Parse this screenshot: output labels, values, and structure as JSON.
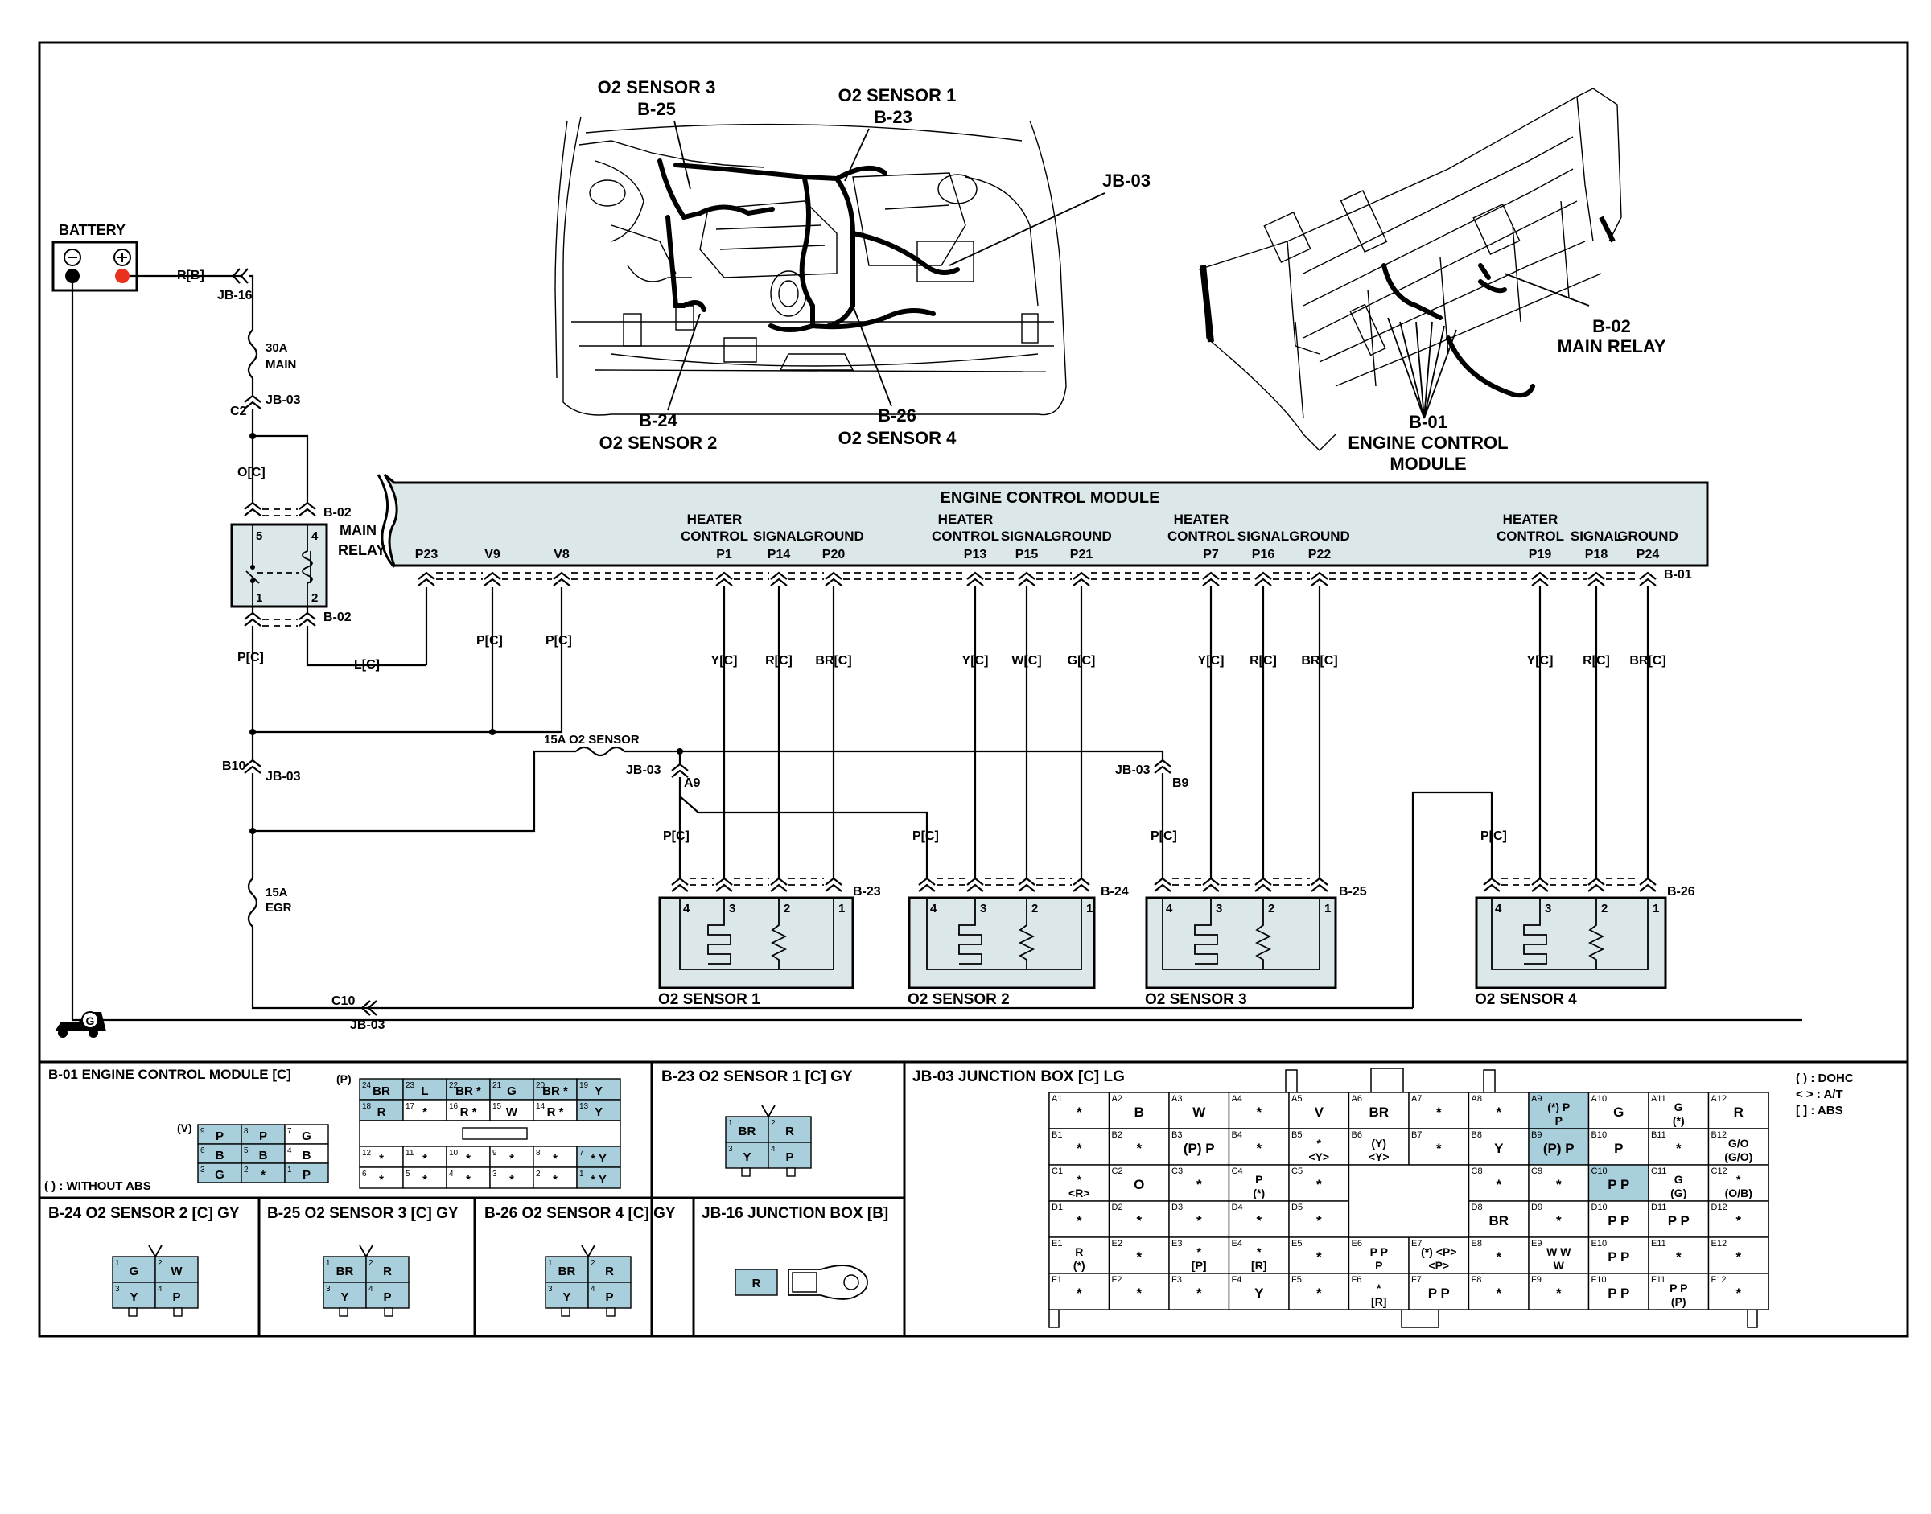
{
  "battery": {
    "label": "BATTERY",
    "wire": "R[B]",
    "conn": "JB-16"
  },
  "fuses": {
    "main": [
      "30A",
      "MAIN"
    ],
    "egr": [
      "15A",
      "EGR"
    ],
    "o2": "15A O2 SENSOR"
  },
  "conns": {
    "c2": "C2",
    "jb03": "JB-03",
    "b10": "B10",
    "c10": "C10",
    "a9": "A9",
    "b9": "B9",
    "b02": "B-02",
    "b01": "B-01",
    "b23": "B-23",
    "b24": "B-24",
    "b25": "B-25",
    "b26": "B-26"
  },
  "relay": {
    "name": [
      "MAIN",
      "RELAY"
    ],
    "pins": [
      "5",
      "4",
      "1",
      "2"
    ]
  },
  "wires": {
    "oc": "O[C]",
    "pc": "P[C]",
    "lc": "L[C]",
    "yc": "Y[C]",
    "rc": "R[C]",
    "brc": "BR[C]",
    "wc": "W[C]",
    "gc": "G[C]"
  },
  "ecm": {
    "title": "ENGINE CONTROL MODULE",
    "pins": [
      {
        "l1": "",
        "l2": "",
        "pin": "P23"
      },
      {
        "l1": "",
        "l2": "",
        "pin": "V9"
      },
      {
        "l1": "",
        "l2": "",
        "pin": "V8"
      },
      {
        "l1": "HEATER",
        "l2": "CONTROL",
        "pin": "P1"
      },
      {
        "l1": "",
        "l2": "SIGNAL",
        "pin": "P14"
      },
      {
        "l1": "",
        "l2": "GROUND",
        "pin": "P20"
      },
      {
        "l1": "HEATER",
        "l2": "CONTROL",
        "pin": "P13"
      },
      {
        "l1": "",
        "l2": "SIGNAL",
        "pin": "P15"
      },
      {
        "l1": "",
        "l2": "GROUND",
        "pin": "P21"
      },
      {
        "l1": "HEATER",
        "l2": "CONTROL",
        "pin": "P7"
      },
      {
        "l1": "",
        "l2": "SIGNAL",
        "pin": "P16"
      },
      {
        "l1": "",
        "l2": "GROUND",
        "pin": "P22"
      },
      {
        "l1": "HEATER",
        "l2": "CONTROL",
        "pin": "P19"
      },
      {
        "l1": "",
        "l2": "SIGNAL",
        "pin": "P18"
      },
      {
        "l1": "",
        "l2": "GROUND",
        "pin": "P24"
      }
    ]
  },
  "sensors": [
    {
      "name": "O2 SENSOR 1",
      "conn": "B-23",
      "pins": [
        "4",
        "3",
        "2",
        "1"
      ],
      "wires": [
        "P[C]",
        "Y[C]",
        "R[C]",
        "BR[C]"
      ]
    },
    {
      "name": "O2 SENSOR 2",
      "conn": "B-24",
      "pins": [
        "4",
        "3",
        "2",
        "1"
      ],
      "wires": [
        "P[C]",
        "Y[C]",
        "W[C]",
        "G[C]"
      ]
    },
    {
      "name": "O2 SENSOR 3",
      "conn": "B-25",
      "pins": [
        "4",
        "3",
        "2",
        "1"
      ],
      "wires": [
        "P[C]",
        "Y[C]",
        "R[C]",
        "BR[C]"
      ]
    },
    {
      "name": "O2 SENSOR 4",
      "conn": "B-26",
      "pins": [
        "4",
        "3",
        "2",
        "1"
      ],
      "wires": [
        "P[C]",
        "Y[C]",
        "R[C]",
        "BR[C]"
      ]
    }
  ],
  "ground": "G",
  "locators": {
    "engine": [
      {
        "l1": "O2 SENSOR 3",
        "l2": "B-25"
      },
      {
        "l1": "O2 SENSOR 1",
        "l2": "B-23"
      },
      {
        "l1": "JB-03",
        "l2": ""
      },
      {
        "l1": "B-24",
        "l2": "O2 SENSOR 2"
      },
      {
        "l1": "B-26",
        "l2": "O2 SENSOR 4"
      }
    ],
    "dash": [
      {
        "l1": "B-02",
        "l2": "MAIN RELAY",
        "l3": ""
      },
      {
        "l1": "B-01",
        "l2": "ENGINE CONTROL",
        "l3": "MODULE"
      }
    ]
  },
  "panels": {
    "b01": {
      "title": "B-01 ENGINE CONTROL MODULE [C]",
      "note": "(   ) : WITHOUT ABS",
      "v_label": "(V)",
      "p_label": "(P)",
      "v_pins": [
        [
          "9",
          "P"
        ],
        [
          "8",
          "P"
        ],
        [
          "7",
          "G"
        ],
        [
          "6",
          "B"
        ],
        [
          "5",
          "B"
        ],
        [
          "4",
          "B"
        ],
        [
          "3",
          "G"
        ],
        [
          "2",
          "*"
        ],
        [
          "1",
          "P"
        ]
      ],
      "p_top": [
        [
          "24",
          "BR"
        ],
        [
          "23",
          "L"
        ],
        [
          "22",
          "BR *"
        ],
        [
          "21",
          "G"
        ],
        [
          "20",
          "BR *"
        ],
        [
          "19",
          "Y"
        ]
      ],
      "p_top2": [
        [
          "18",
          "R"
        ],
        [
          "17",
          "*"
        ],
        [
          "16",
          "R *"
        ],
        [
          "15",
          "W"
        ],
        [
          "14",
          "R *"
        ],
        [
          "13",
          "Y"
        ]
      ],
      "p_bot": [
        [
          "12",
          "*"
        ],
        [
          "11",
          "*"
        ],
        [
          "10",
          "*"
        ],
        [
          "9",
          "*"
        ],
        [
          "8",
          "*"
        ],
        [
          "7",
          "* Y"
        ]
      ],
      "p_bot2": [
        [
          "6",
          "*"
        ],
        [
          "5",
          "*"
        ],
        [
          "4",
          "*"
        ],
        [
          "3",
          "*"
        ],
        [
          "2",
          "*"
        ],
        [
          "1",
          "* Y"
        ]
      ]
    },
    "b23": {
      "title": "B-23 O2 SENSOR 1 [C] GY",
      "cells": [
        [
          "1",
          "BR"
        ],
        [
          "2",
          "R"
        ],
        [
          "3",
          "Y"
        ],
        [
          "4",
          "P"
        ]
      ]
    },
    "b24": {
      "title": "B-24 O2 SENSOR 2 [C] GY",
      "cells": [
        [
          "1",
          "G"
        ],
        [
          "2",
          "W"
        ],
        [
          "3",
          "Y"
        ],
        [
          "4",
          "P"
        ]
      ]
    },
    "b25": {
      "title": "B-25 O2 SENSOR 3 [C] GY",
      "cells": [
        [
          "1",
          "BR"
        ],
        [
          "2",
          "R"
        ],
        [
          "3",
          "Y"
        ],
        [
          "4",
          "P"
        ]
      ]
    },
    "b26": {
      "title": "B-26 O2 SENSOR 4 [C] GY",
      "cells": [
        [
          "1",
          "BR"
        ],
        [
          "2",
          "R"
        ],
        [
          "3",
          "Y"
        ],
        [
          "4",
          "P"
        ]
      ]
    },
    "jb16": {
      "title": "JB-16 JUNCTION BOX [B]",
      "cell": "R"
    },
    "jb03": {
      "title": "JB-03 JUNCTION BOX [C] LG",
      "legend": [
        "(   ) : DOHC",
        "<   > : A/T",
        "[   ] : ABS"
      ],
      "rows": [
        [
          [
            "A1",
            "*"
          ],
          [
            "A2",
            "B"
          ],
          [
            "A3",
            "W"
          ],
          [
            "A4",
            "*"
          ],
          [
            "A5",
            "V"
          ],
          [
            "A6",
            "BR"
          ],
          [
            "A7",
            "*"
          ],
          [
            "A8",
            "*"
          ],
          [
            "A9",
            "(*) P P"
          ],
          [
            "A10",
            "G"
          ],
          [
            "A11",
            "G (*)"
          ],
          [
            "A12",
            "R"
          ]
        ],
        [
          [
            "B1",
            "*"
          ],
          [
            "B2",
            "*"
          ],
          [
            "B3",
            "(P) P"
          ],
          [
            "B4",
            "*"
          ],
          [
            "B5",
            "* <Y>"
          ],
          [
            "B6",
            "(Y) <Y>"
          ],
          [
            "B7",
            "*"
          ],
          [
            "B8",
            "Y"
          ],
          [
            "B9",
            "(P) P"
          ],
          [
            "B10",
            "P"
          ],
          [
            "B11",
            "*"
          ],
          [
            "B12",
            "G/O (G/O)"
          ]
        ],
        [
          [
            "C1",
            "* <R>"
          ],
          [
            "C2",
            "O"
          ],
          [
            "C3",
            "*"
          ],
          [
            "C4",
            "P (*)"
          ],
          [
            "C5",
            "*"
          ],
          [
            "",
            ""
          ],
          [
            "",
            ""
          ],
          [
            "C8",
            "*"
          ],
          [
            "C9",
            "*"
          ],
          [
            "C10",
            "P P"
          ],
          [
            "C11",
            "G (G)"
          ],
          [
            "C12",
            "* (O/B)"
          ]
        ],
        [
          [
            "D1",
            "*"
          ],
          [
            "D2",
            "*"
          ],
          [
            "D3",
            "*"
          ],
          [
            "D4",
            "*"
          ],
          [
            "D5",
            "*"
          ],
          [
            "",
            ""
          ],
          [
            "",
            ""
          ],
          [
            "D8",
            "BR"
          ],
          [
            "D9",
            "*"
          ],
          [
            "D10",
            "P P"
          ],
          [
            "D11",
            "P P"
          ],
          [
            "D12",
            "*"
          ]
        ],
        [
          [
            "E1",
            "R (*)"
          ],
          [
            "E2",
            "*"
          ],
          [
            "E3",
            "* [P]"
          ],
          [
            "E4",
            "* [R]"
          ],
          [
            "E5",
            "*"
          ],
          [
            "E6",
            "P P P"
          ],
          [
            "E7",
            "(*) <P> <P>"
          ],
          [
            "E8",
            "*"
          ],
          [
            "E9",
            "W W W"
          ],
          [
            "E10",
            "P P"
          ],
          [
            "E11",
            "*"
          ],
          [
            "E12",
            "*"
          ]
        ],
        [
          [
            "F1",
            "*"
          ],
          [
            "F2",
            "*"
          ],
          [
            "F3",
            "*"
          ],
          [
            "F4",
            "Y"
          ],
          [
            "F5",
            "*"
          ],
          [
            "F6",
            "* [R]"
          ],
          [
            "F7",
            "P P"
          ],
          [
            "F8",
            "*"
          ],
          [
            "F9",
            "*"
          ],
          [
            "F10",
            "P P"
          ],
          [
            "F11",
            "P P (P)"
          ],
          [
            "F12",
            "*"
          ]
        ]
      ],
      "highlight": [
        "A9",
        "B9",
        "C10"
      ]
    }
  },
  "colors": {
    "panel": "#dce7ea",
    "cell": "#a9cfdc",
    "battery_pos": "#e8321e"
  }
}
